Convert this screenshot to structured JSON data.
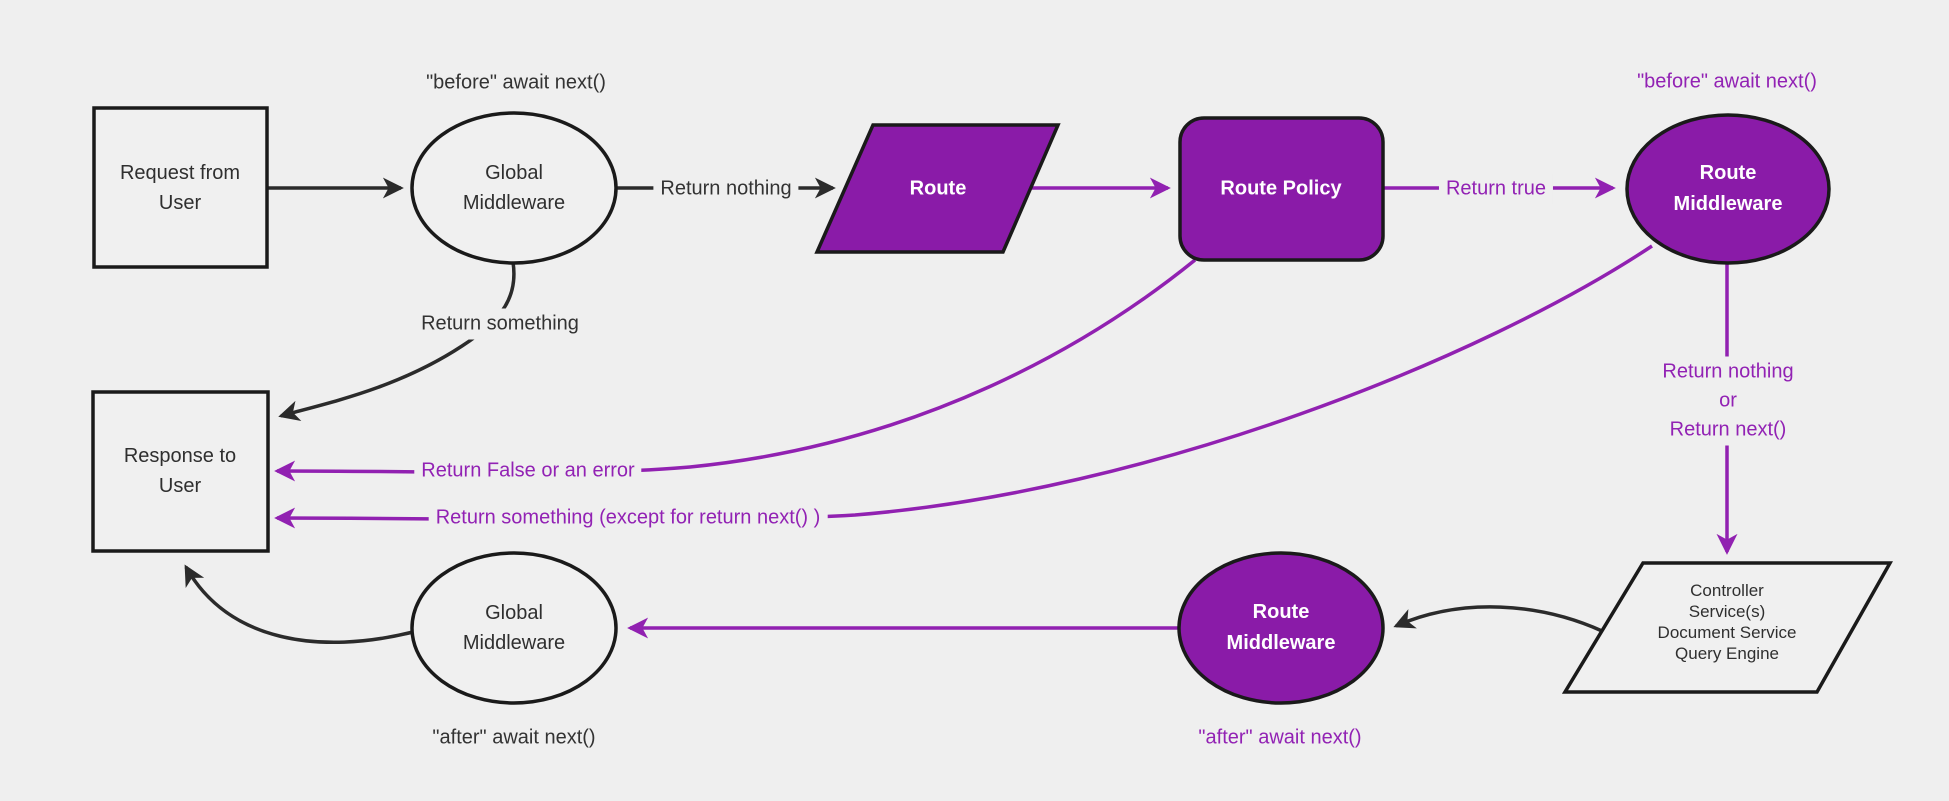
{
  "colors": {
    "background": "#efefef",
    "node_purple_fill": "#8a1ba8",
    "edge_purple": "#9121b1",
    "label_purple": "#9222b4",
    "edge_black": "#2b2b2b",
    "text_dark": "#333333",
    "text_light": "#ffffff"
  },
  "nodes": {
    "request": {
      "lines": [
        "Request from",
        "User"
      ]
    },
    "global_middleware_top": {
      "lines": [
        "Global",
        "Middleware"
      ]
    },
    "route": {
      "lines": [
        "Route"
      ]
    },
    "route_policy": {
      "lines": [
        "Route Policy"
      ]
    },
    "route_middleware_top": {
      "lines": [
        "Route",
        "Middleware"
      ]
    },
    "controller": {
      "lines": [
        "Controller",
        "Service(s)",
        "Document Service",
        "Query Engine"
      ]
    },
    "route_middleware_bottom": {
      "lines": [
        "Route",
        "Middleware"
      ]
    },
    "global_middleware_bottom": {
      "lines": [
        "Global",
        "Middleware"
      ]
    },
    "response": {
      "lines": [
        "Response to",
        "User"
      ]
    }
  },
  "annotations": {
    "before_await_top_left": "\"before\" await next()",
    "before_await_top_right": "\"before\" await next()",
    "after_await_bottom_left": "\"after\" await next()",
    "after_await_bottom_middle": "\"after\" await next()"
  },
  "edge_labels": {
    "return_nothing": "Return nothing",
    "return_true": "Return true",
    "return_nothing_or": [
      "Return nothing",
      "or",
      "Return next()"
    ],
    "return_something": "Return something",
    "return_false_or_error": "Return False or an error",
    "return_something_except": "Return something (except for return next() )"
  }
}
